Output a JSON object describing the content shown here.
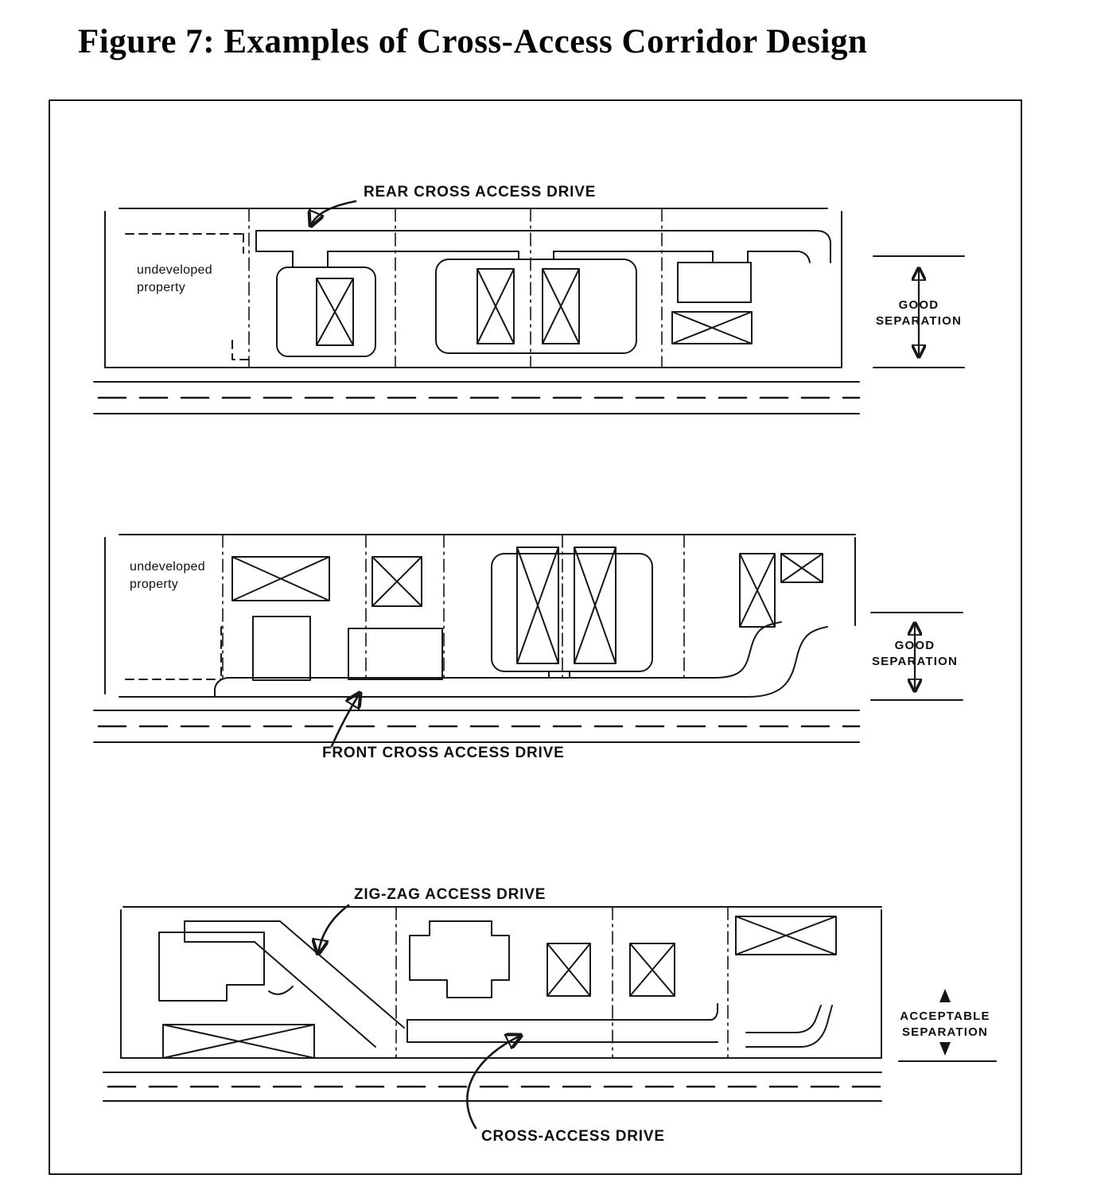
{
  "figure": {
    "title": "Figure 7: Examples of Cross-Access Corridor Design"
  },
  "panels": {
    "top": {
      "drive_label": "REAR CROSS ACCESS DRIVE",
      "undeveloped": {
        "line1": "undeveloped",
        "line2": "property"
      },
      "separation": {
        "line1": "GOOD",
        "line2": "SEPARATION"
      }
    },
    "middle": {
      "drive_label": "FRONT CROSS ACCESS DRIVE",
      "undeveloped": {
        "line1": "undeveloped",
        "line2": "property"
      },
      "separation": {
        "line1": "GOOD",
        "line2": "SEPARATION"
      }
    },
    "bottom": {
      "zigzag_label": "ZIG-ZAG ACCESS DRIVE",
      "cross_access_label": "CROSS-ACCESS DRIVE",
      "separation": {
        "line1": "ACCEPTABLE",
        "line2": "SEPARATION"
      }
    }
  }
}
